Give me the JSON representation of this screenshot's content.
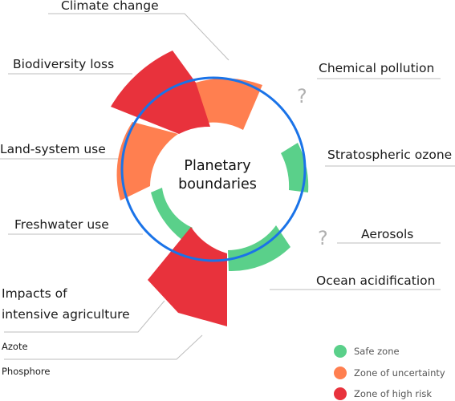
{
  "center": {
    "line1": "Planetary",
    "line2": "boundaries"
  },
  "labels": {
    "climate": "Climate change",
    "biodiversity": "Biodiversity loss",
    "land": "Land-system use",
    "freshwater": "Freshwater use",
    "agri_line1": "Impacts of",
    "agri_line2": "intensive agriculture",
    "azote": "Azote",
    "phosphore": "Phosphore",
    "chemical": "Chemical pollution",
    "ozone": "Stratospheric ozone",
    "aerosols": "Aerosols",
    "ocean": "Ocean acidification"
  },
  "unknown_mark": "?",
  "legend": [
    {
      "label": "Safe zone",
      "color": "#5ad08a"
    },
    {
      "label": "Zone of uncertainty",
      "color": "#ff7f50"
    },
    {
      "label": "Zone of high risk",
      "color": "#e8323c"
    }
  ],
  "colors": {
    "safe": "#5ad08a",
    "uncertain": "#ff7f50",
    "high": "#e8323c",
    "boundary": "#1a73e8",
    "leader": "#bdbdbd"
  }
}
